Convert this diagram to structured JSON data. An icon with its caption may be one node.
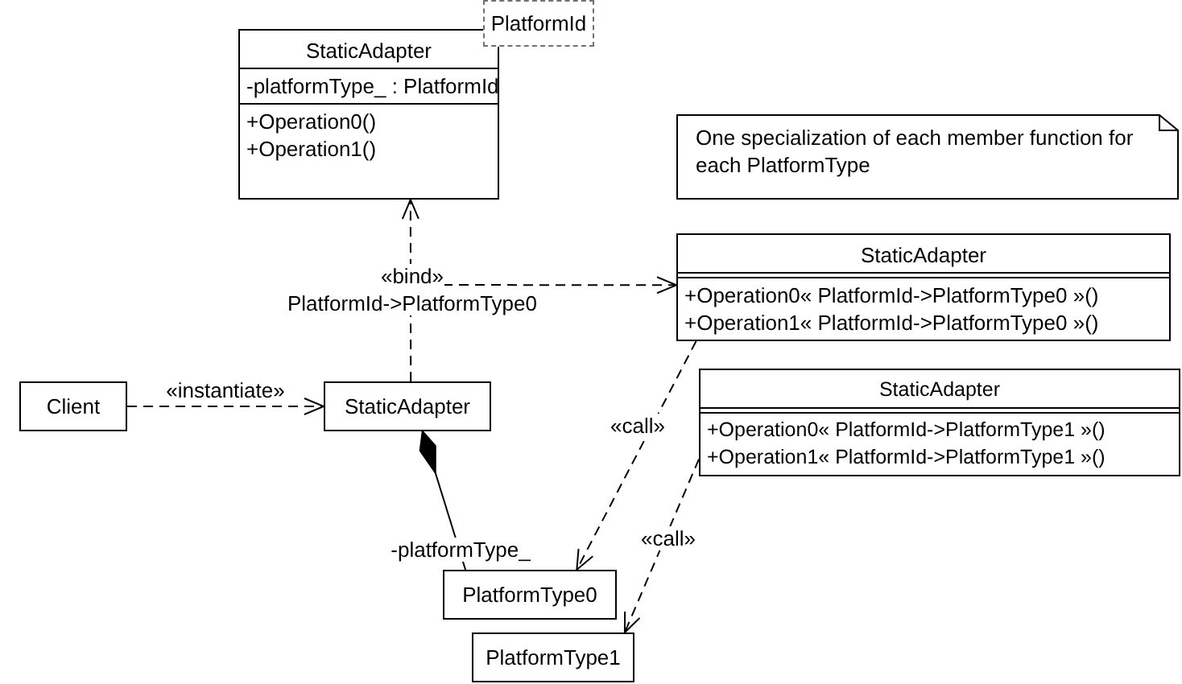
{
  "diagram": {
    "nodes": [
      {
        "text": [
          "StaticAdapter",
          "-platformType_ : PlatformId",
          "+Operation0()",
          "+Operation1()"
        ]
      },
      {
        "text": [
          "PlatformId"
        ]
      },
      {
        "text": [
          "One specialization of each member function for each PlatformType"
        ]
      },
      {
        "text": [
          "StaticAdapter",
          "+Operation0« PlatformId->PlatformType0 »()",
          "+Operation1« PlatformId->PlatformType0 »()"
        ]
      },
      {
        "text": [
          "StaticAdapter",
          "+Operation0« PlatformId->PlatformType1 »()",
          "+Operation1« PlatformId->PlatformType1 »()"
        ]
      },
      {
        "text": [
          "Client"
        ]
      },
      {
        "text": [
          "StaticAdapter"
        ]
      },
      {
        "text": [
          "PlatformType0"
        ]
      },
      {
        "text": [
          "PlatformType1"
        ]
      }
    ],
    "edges": [
      {
        "from": 5,
        "to": 6,
        "arrow": "to",
        "style": "dashed",
        "label": "«instantiate»"
      },
      {
        "from": 6,
        "to": 0,
        "arrow": "to",
        "style": "dashed"
      },
      {
        "from": null,
        "to": 3,
        "arrow": "to",
        "style": "dashed",
        "label": "«bind» PlatformId->PlatformType0"
      },
      {
        "from": 6,
        "to": 7,
        "arrow": "other",
        "label": "-platformType_"
      },
      {
        "from": 3,
        "to": 7,
        "arrow": "to",
        "style": "dashed",
        "label": "«call»"
      },
      {
        "from": 4,
        "to": 8,
        "arrow": "to",
        "style": "dashed",
        "label": "«call»"
      }
    ]
  }
}
